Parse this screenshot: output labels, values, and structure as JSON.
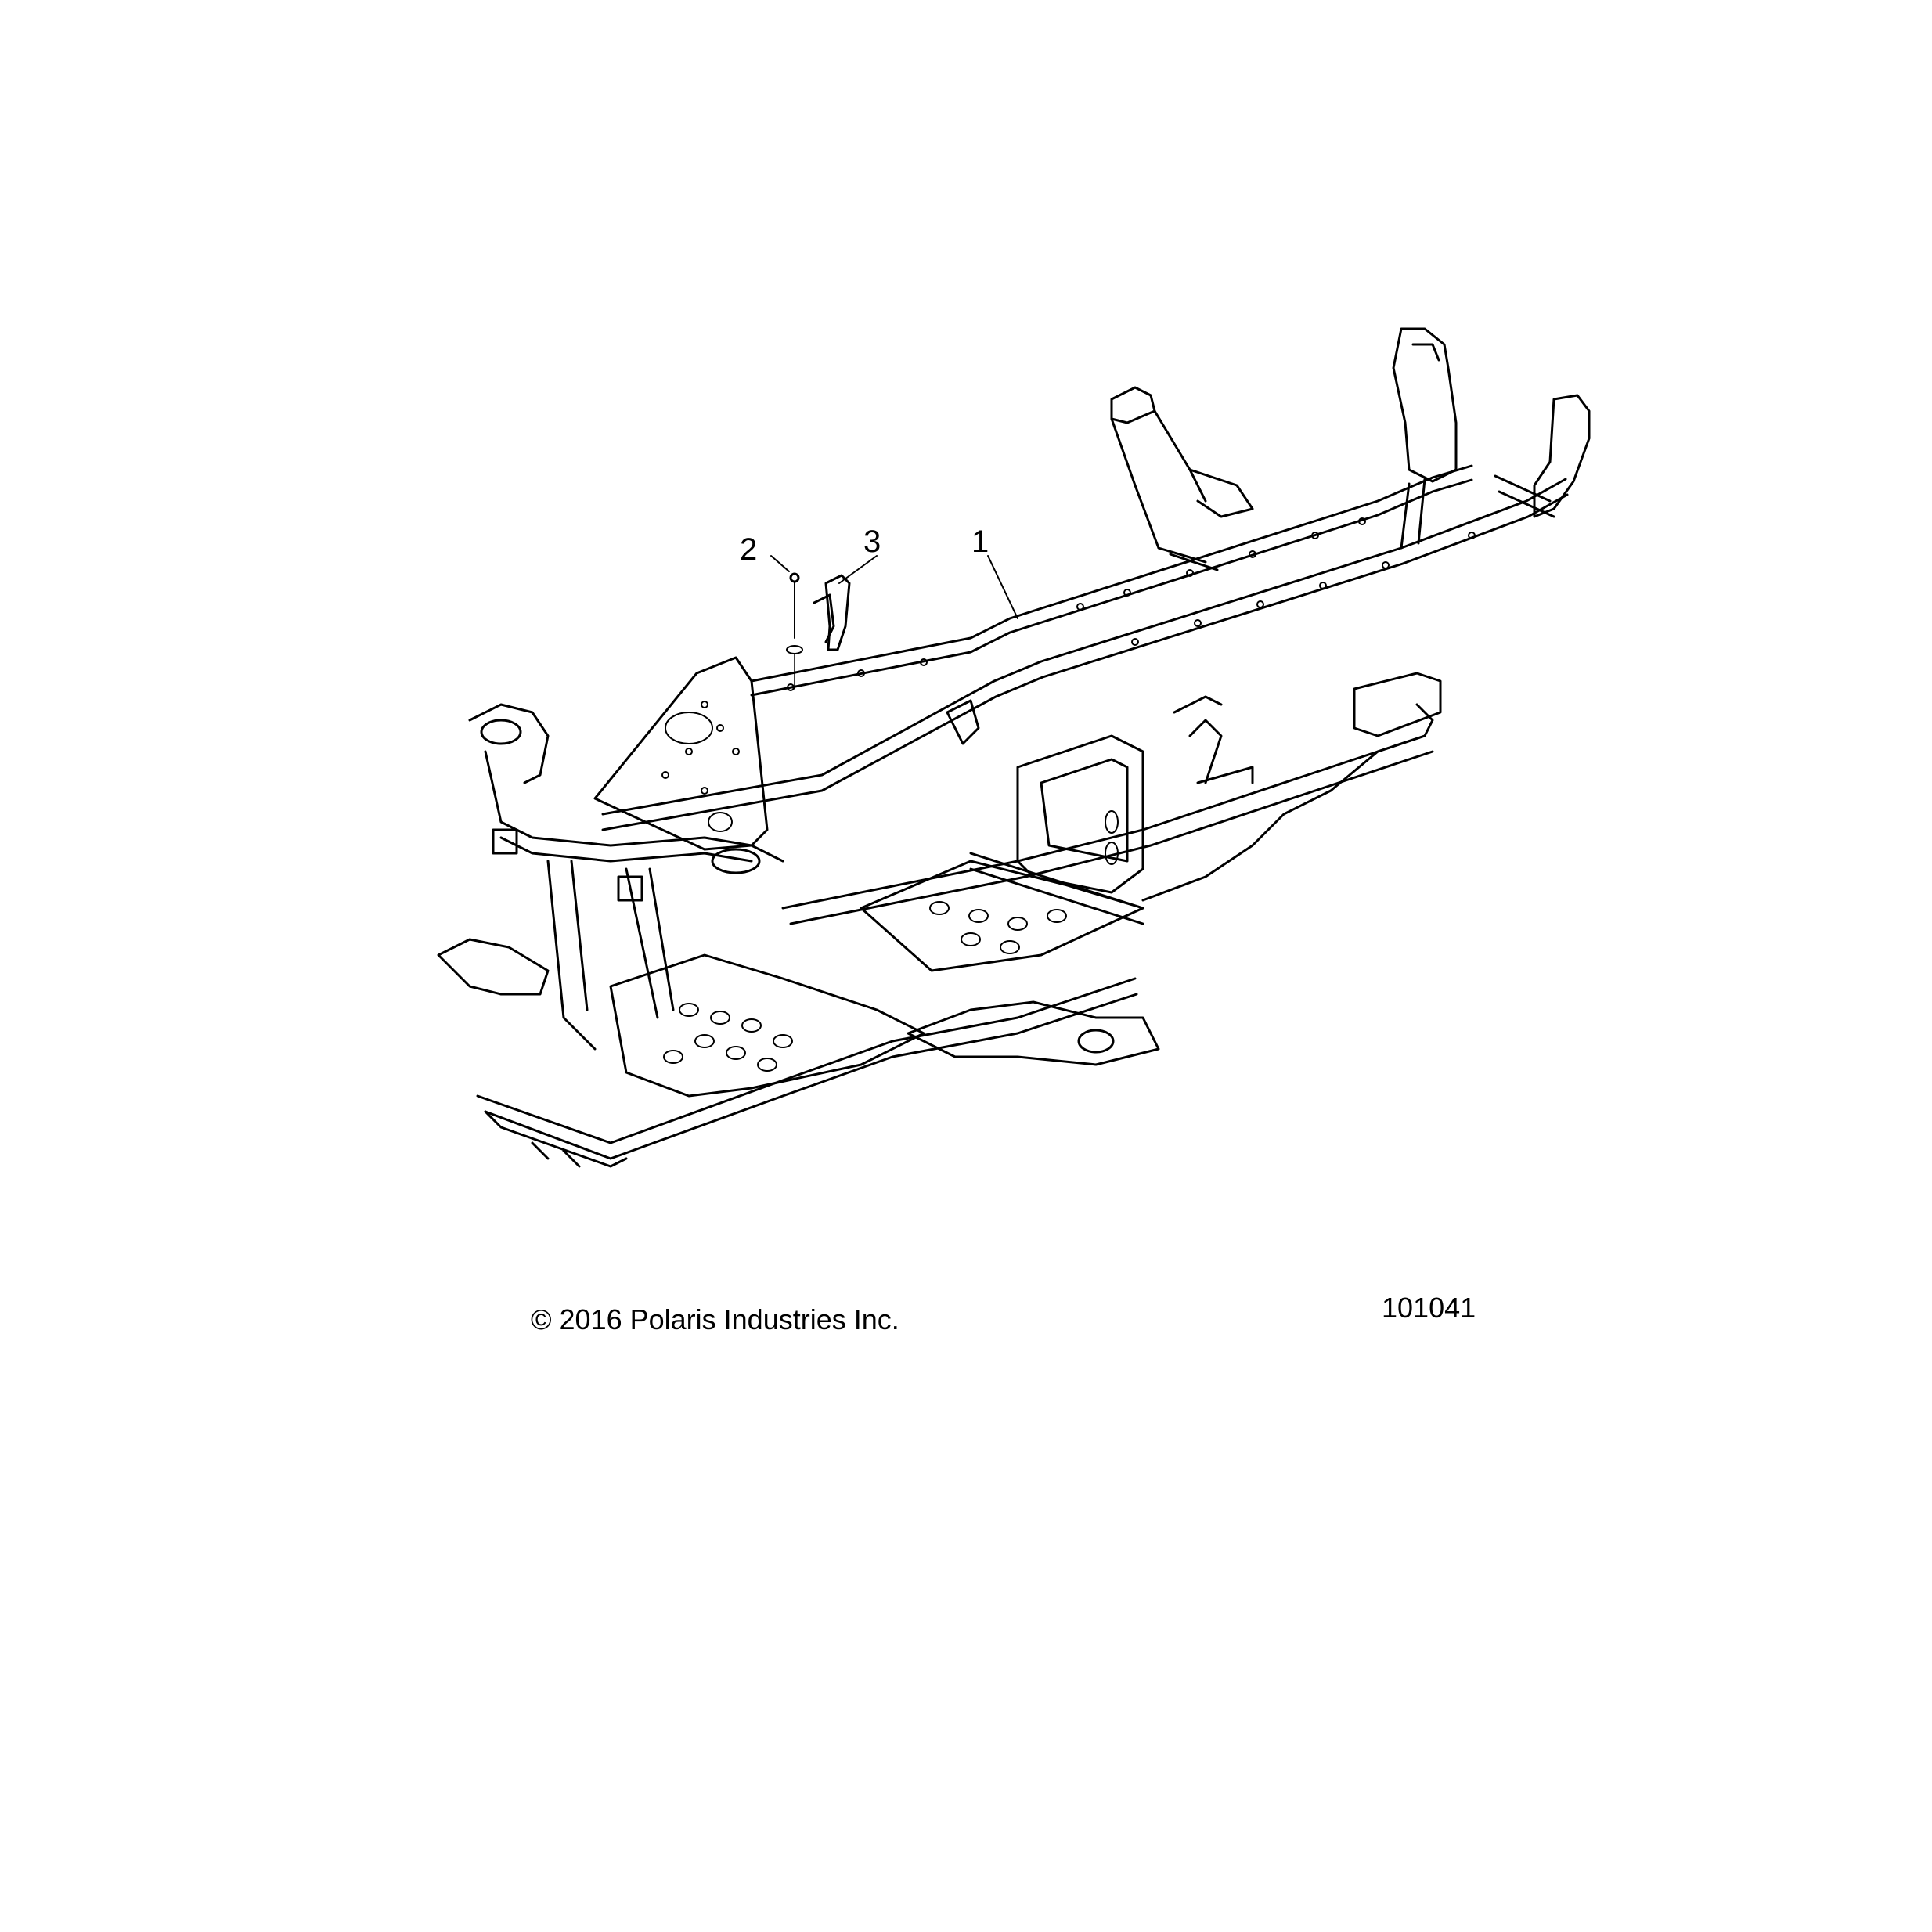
{
  "callouts": {
    "part_1": "1",
    "part_2": "2",
    "part_3": "3"
  },
  "footer": {
    "copyright": "© 2016 Polaris Industries Inc.",
    "figure_number": "101041"
  },
  "colors": {
    "line": "#000000",
    "background": "#ffffff"
  }
}
